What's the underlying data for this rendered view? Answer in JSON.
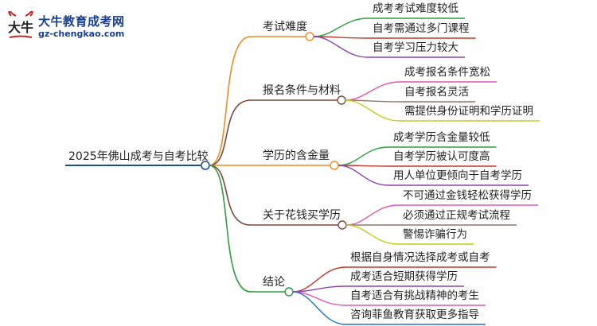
{
  "logo": {
    "title": "大牛教育成考网",
    "url": "gz-chengkao.com",
    "icon": "bull-logo-icon",
    "mark_text": "大牛"
  },
  "root": {
    "label": "2025年佛山成考与自考比较",
    "color": "#1f4e8c"
  },
  "branches": [
    {
      "label": "考试难度",
      "color": "#f08c1f",
      "children": [
        {
          "label": "成考考试难度较低",
          "color": "#2e9e3e"
        },
        {
          "label": "自考需通过多门课程",
          "color": "#c0392b"
        },
        {
          "label": "自考学习压力较大",
          "color": "#8e44ad"
        }
      ]
    },
    {
      "label": "报名条件与材料",
      "color": "#7a4a3a",
      "children": [
        {
          "label": "成考报名条件宽松",
          "color": "#e056b4"
        },
        {
          "label": "自考报名灵活",
          "color": "#8e7a6e"
        },
        {
          "label": "需提供身份证明和学历证明",
          "color": "#c6cc1a"
        }
      ]
    },
    {
      "label": "学历的含金量",
      "color": "#f08c1f",
      "children": [
        {
          "label": "成考学历含金量较低",
          "color": "#2e9e3e"
        },
        {
          "label": "自考学历被认可度高",
          "color": "#c0392b"
        },
        {
          "label": "用人单位更倾向于自考学历",
          "color": "#8e44ad"
        }
      ]
    },
    {
      "label": "关于花钱买学历",
      "color": "#7a4a3a",
      "children": [
        {
          "label": "不可通过金钱轻松获得学历",
          "color": "#e056b4"
        },
        {
          "label": "必须通过正规考试流程",
          "color": "#8e7a6e"
        },
        {
          "label": "警惕诈骗行为",
          "color": "#c6cc1a"
        }
      ]
    },
    {
      "label": "结论",
      "color": "#2e9e3e",
      "children": [
        {
          "label": "根据自身情况选择成考或自考",
          "color": "#c0392b"
        },
        {
          "label": "成考适合短期获得学历",
          "color": "#8e44ad"
        },
        {
          "label": "自考适合有挑战精神的考生",
          "color": "#e056b4"
        },
        {
          "label": "咨询菲鱼教育获取更多指导",
          "color": "#1f77d0"
        }
      ]
    }
  ]
}
